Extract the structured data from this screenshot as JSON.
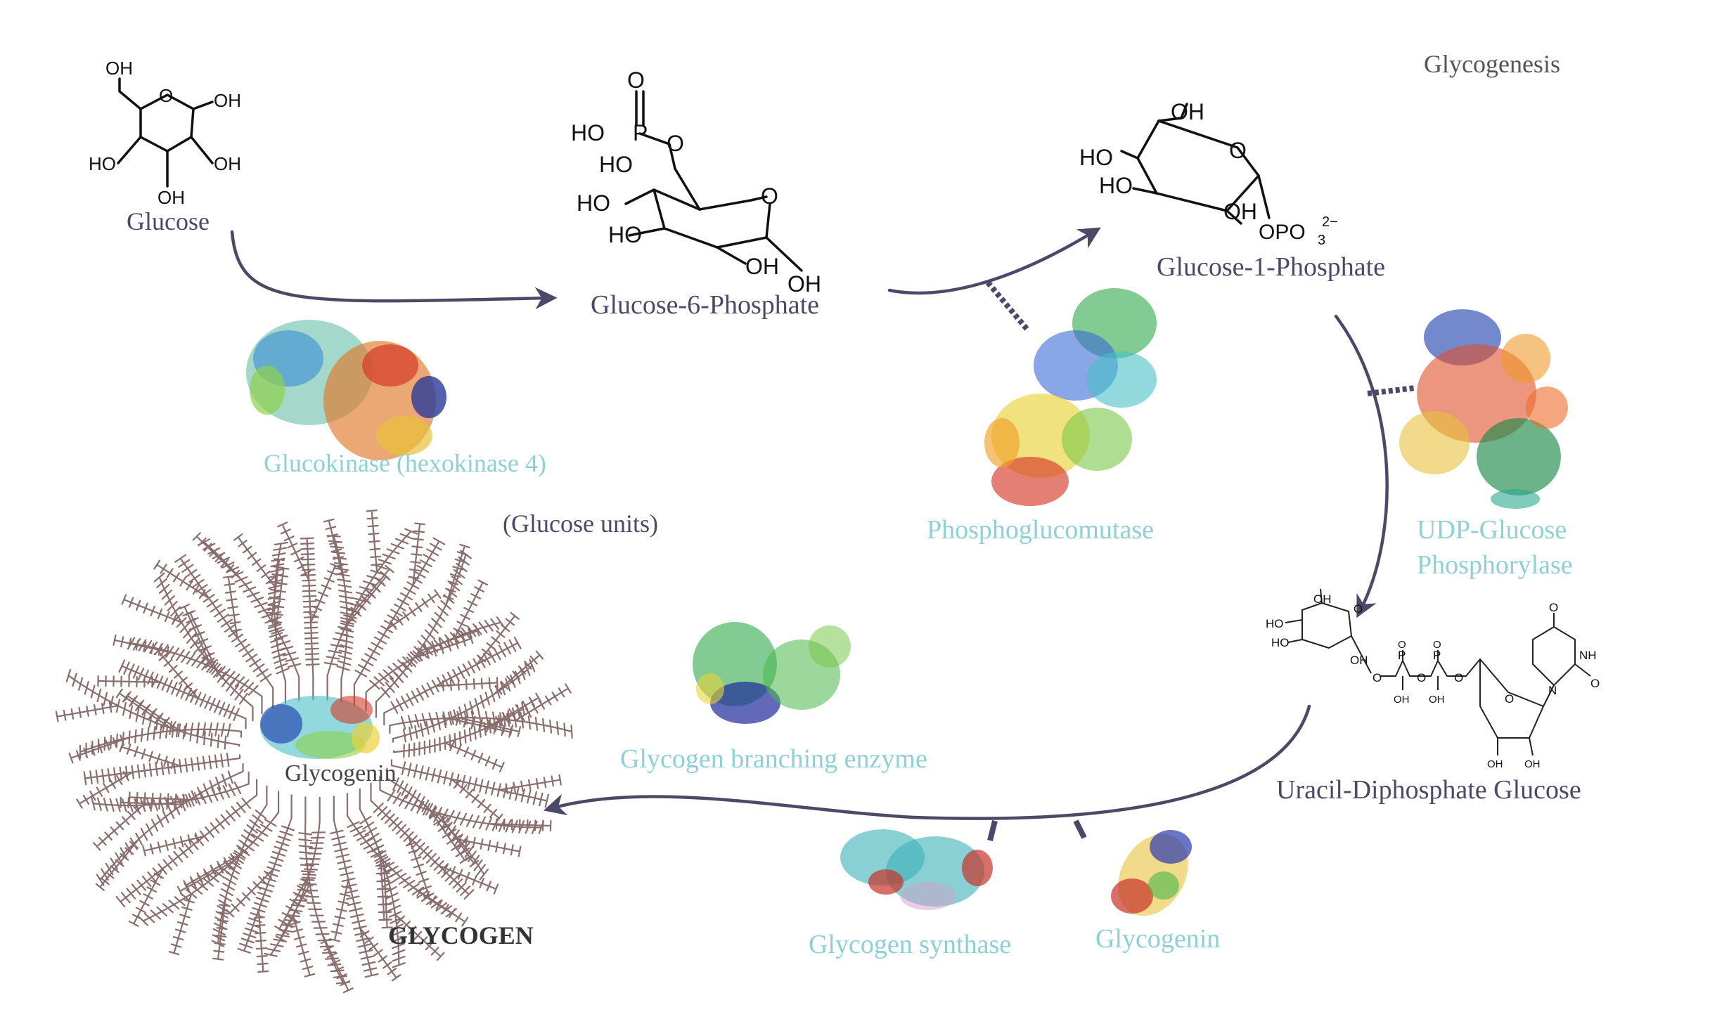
{
  "title": "Glycogenesis",
  "colors": {
    "substrate_text": "#4a4a68",
    "enzyme_text": "#8fcfd6",
    "arrow": "#4a4a68",
    "glycogen_branch": "#8a6e6e"
  },
  "substrates": {
    "glucose": "Glucose",
    "g6p": "Glucose-6-Phosphate",
    "g1p": "Glucose-1-Phosphate",
    "udpg": "Uracil-Diphosphate Glucose",
    "glycogen": "GLYCOGEN",
    "glucose_units": "(Glucose units)",
    "glycogenin_core": "Glycogenin"
  },
  "enzymes": {
    "glucokinase": "Glucokinase (hexokinase 4)",
    "phosphoglucomutase": "Phosphoglucomutase",
    "udp_line1": "UDP-Glucose",
    "udp_line2": "Phosphorylase",
    "branching": "Glycogen branching enzyme",
    "synthase": "Glycogen synthase",
    "glycogenin": "Glycogenin"
  },
  "atoms": {
    "oh": "OH",
    "ho": "HO",
    "o": "O",
    "p": "P",
    "opo3": "OPO",
    "opo3_sub": "3",
    "opo3_sup": "2−",
    "nh": "NH",
    "n": "N"
  }
}
